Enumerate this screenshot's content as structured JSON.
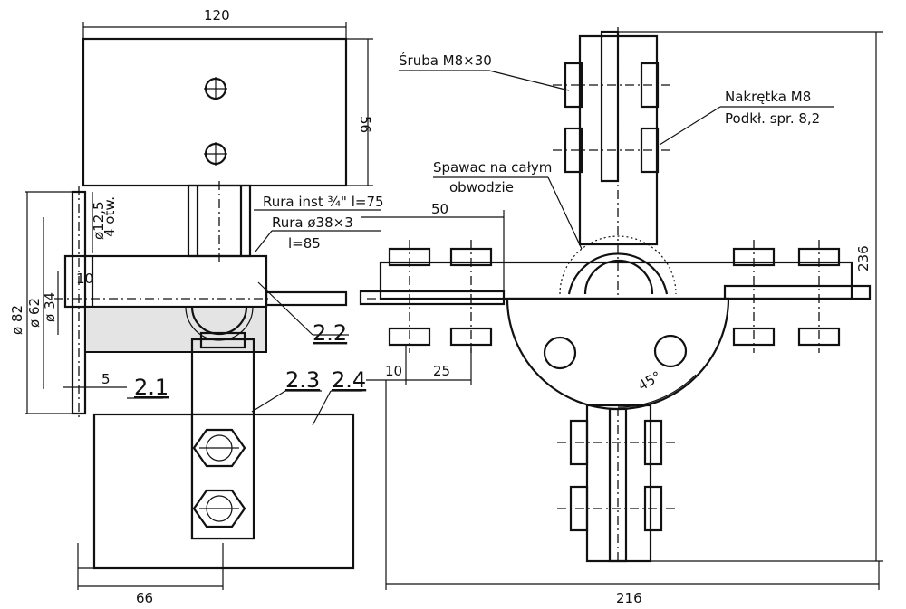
{
  "dimensions": {
    "d120": "120",
    "d56": "56",
    "d125": "ø12,5",
    "d4otw": "4 otw.",
    "d82": "ø 82",
    "d62": "ø 62",
    "d34": "ø 34",
    "d10a": "10",
    "d5": "5",
    "d66": "66",
    "d50": "50",
    "d10b": "10",
    "d25": "25",
    "d216": "216",
    "d236": "236",
    "d45": "45°"
  },
  "notes": {
    "rura_inst": "Rura inst ¾\" l=75",
    "rura_38": "Rura ø38×3",
    "rura_l85": "l=85",
    "sruba": "Śruba M8×30",
    "nakretka": "Nakrętka M8",
    "podkl": "Podkł. spr. 8,2",
    "spawac1": "Spawac na całym",
    "spawac2": "obwodzie"
  },
  "parts": {
    "p21": "2.1",
    "p22": "2.2",
    "p23": "2.3",
    "p24": "2.4"
  }
}
